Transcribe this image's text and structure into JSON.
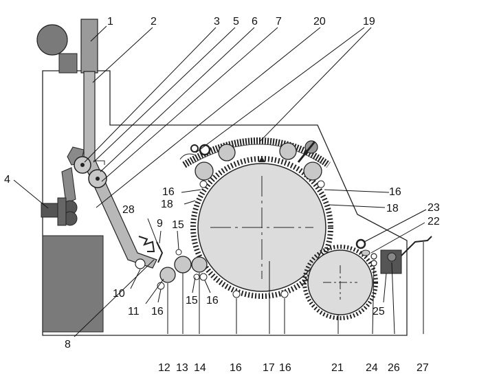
{
  "labels": {
    "l1": "1",
    "l2": "2",
    "l3": "3",
    "l4": "4",
    "l5": "5",
    "l6": "6",
    "l7": "7",
    "l8": "8",
    "l9": "9",
    "l10": "10",
    "l11": "11",
    "l12": "12",
    "l13": "13",
    "l14": "14",
    "l15": "15",
    "l16": "16",
    "l17": "17",
    "l18": "18",
    "l19": "19",
    "l20": "20",
    "l21": "21",
    "l22": "22",
    "l23": "23",
    "l24": "24",
    "l25": "25",
    "l26": "26",
    "l27": "27",
    "l28": "28"
  },
  "colors": {
    "machine_fill": "#7a7a7a",
    "cylinder_fill": "#dcdcdc",
    "roll_fill": "#c8c8c8",
    "dark_fill": "#444444",
    "line": "#222222"
  }
}
